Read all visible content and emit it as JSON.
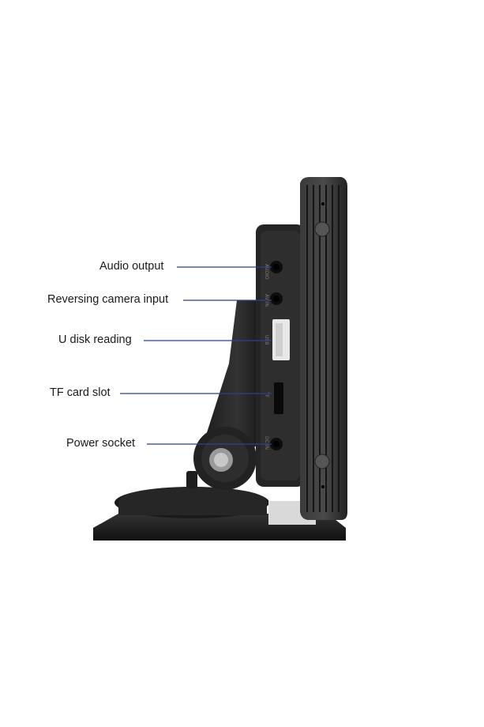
{
  "callouts": [
    {
      "id": "audio-output",
      "label": "Audio output"
    },
    {
      "id": "reversing-camera-input",
      "label": "Reversing camera input"
    },
    {
      "id": "u-disk-reading",
      "label": "U disk reading"
    },
    {
      "id": "tf-card-slot",
      "label": "TF card slot"
    },
    {
      "id": "power-socket",
      "label": "Power socket"
    }
  ],
  "port_marks": {
    "audio": "AUDIO",
    "av": "AV IN",
    "usb": "USB",
    "tf": "TF",
    "dc": "DC IN"
  },
  "colors": {
    "device_body": "#2b2b2b",
    "device_dark": "#161616",
    "leader_line": "#2f3f8f",
    "label_text": "#1a1a1a",
    "background": "#ffffff"
  }
}
